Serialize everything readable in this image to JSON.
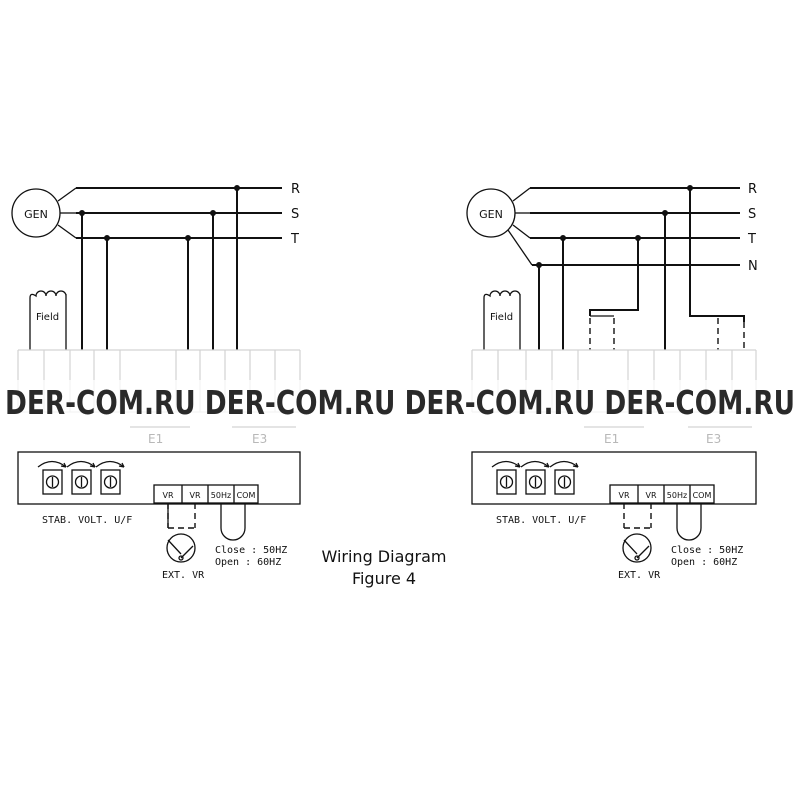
{
  "caption": {
    "line1": "Wiring Diagram",
    "line2": "Figure 4"
  },
  "watermark": "DER-COM.RU DER-COM.RU DER-COM.RU DER-COM.RU",
  "left_unit": {
    "gen_label": "GEN",
    "phases": [
      "R",
      "S",
      "T"
    ],
    "field_label": "Field",
    "zone_labels": [
      "E1",
      "E3"
    ],
    "pot_caption": "STAB. VOLT. U/F",
    "terminals": [
      "VR",
      "VR",
      "50Hz",
      "COM"
    ],
    "jumper_close": "Close : 50HZ",
    "jumper_open": "Open : 60HZ",
    "ext_vr_label": "EXT. VR"
  },
  "right_unit": {
    "gen_label": "GEN",
    "phases": [
      "R",
      "S",
      "T",
      "N"
    ],
    "field_label": "Field",
    "zone_labels": [
      "E1",
      "E3"
    ],
    "pot_caption": "STAB. VOLT. U/F",
    "terminals": [
      "VR",
      "VR",
      "50Hz",
      "COM"
    ],
    "jumper_close": "Close : 50HZ",
    "jumper_open": "Open : 60HZ",
    "ext_vr_label": "EXT. VR"
  },
  "colors": {
    "line": "#111111",
    "faint": "#d3d3d3",
    "watermark": "#2a2a2a"
  }
}
